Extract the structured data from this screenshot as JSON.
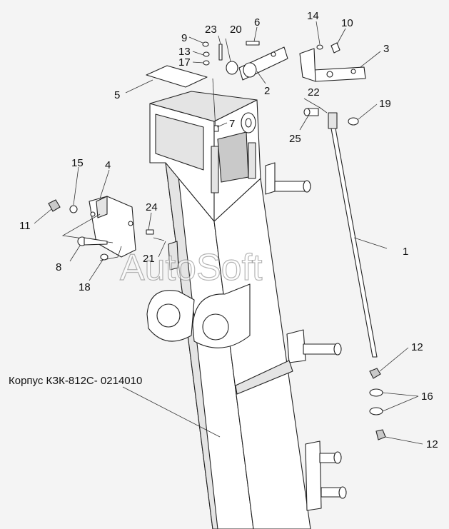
{
  "caption": "Корпус КЗК-812С- 0214010",
  "watermark": "AutoSoft",
  "callouts": [
    {
      "id": "c1",
      "label": "1"
    },
    {
      "id": "c2",
      "label": "2"
    },
    {
      "id": "c3",
      "label": "3"
    },
    {
      "id": "c4",
      "label": "4"
    },
    {
      "id": "c5",
      "label": "5"
    },
    {
      "id": "c6",
      "label": "6"
    },
    {
      "id": "c7",
      "label": "7"
    },
    {
      "id": "c8",
      "label": "8"
    },
    {
      "id": "c9",
      "label": "9"
    },
    {
      "id": "c10",
      "label": "10"
    },
    {
      "id": "c11",
      "label": "11"
    },
    {
      "id": "c12a",
      "label": "12"
    },
    {
      "id": "c12b",
      "label": "12"
    },
    {
      "id": "c13",
      "label": "13"
    },
    {
      "id": "c14",
      "label": "14"
    },
    {
      "id": "c15",
      "label": "15"
    },
    {
      "id": "c16",
      "label": "16"
    },
    {
      "id": "c17",
      "label": "17"
    },
    {
      "id": "c18",
      "label": "18"
    },
    {
      "id": "c19",
      "label": "19"
    },
    {
      "id": "c20",
      "label": "20"
    },
    {
      "id": "c21",
      "label": "21"
    },
    {
      "id": "c22",
      "label": "22"
    },
    {
      "id": "c23",
      "label": "23"
    },
    {
      "id": "c24",
      "label": "24"
    },
    {
      "id": "c25",
      "label": "25"
    }
  ]
}
